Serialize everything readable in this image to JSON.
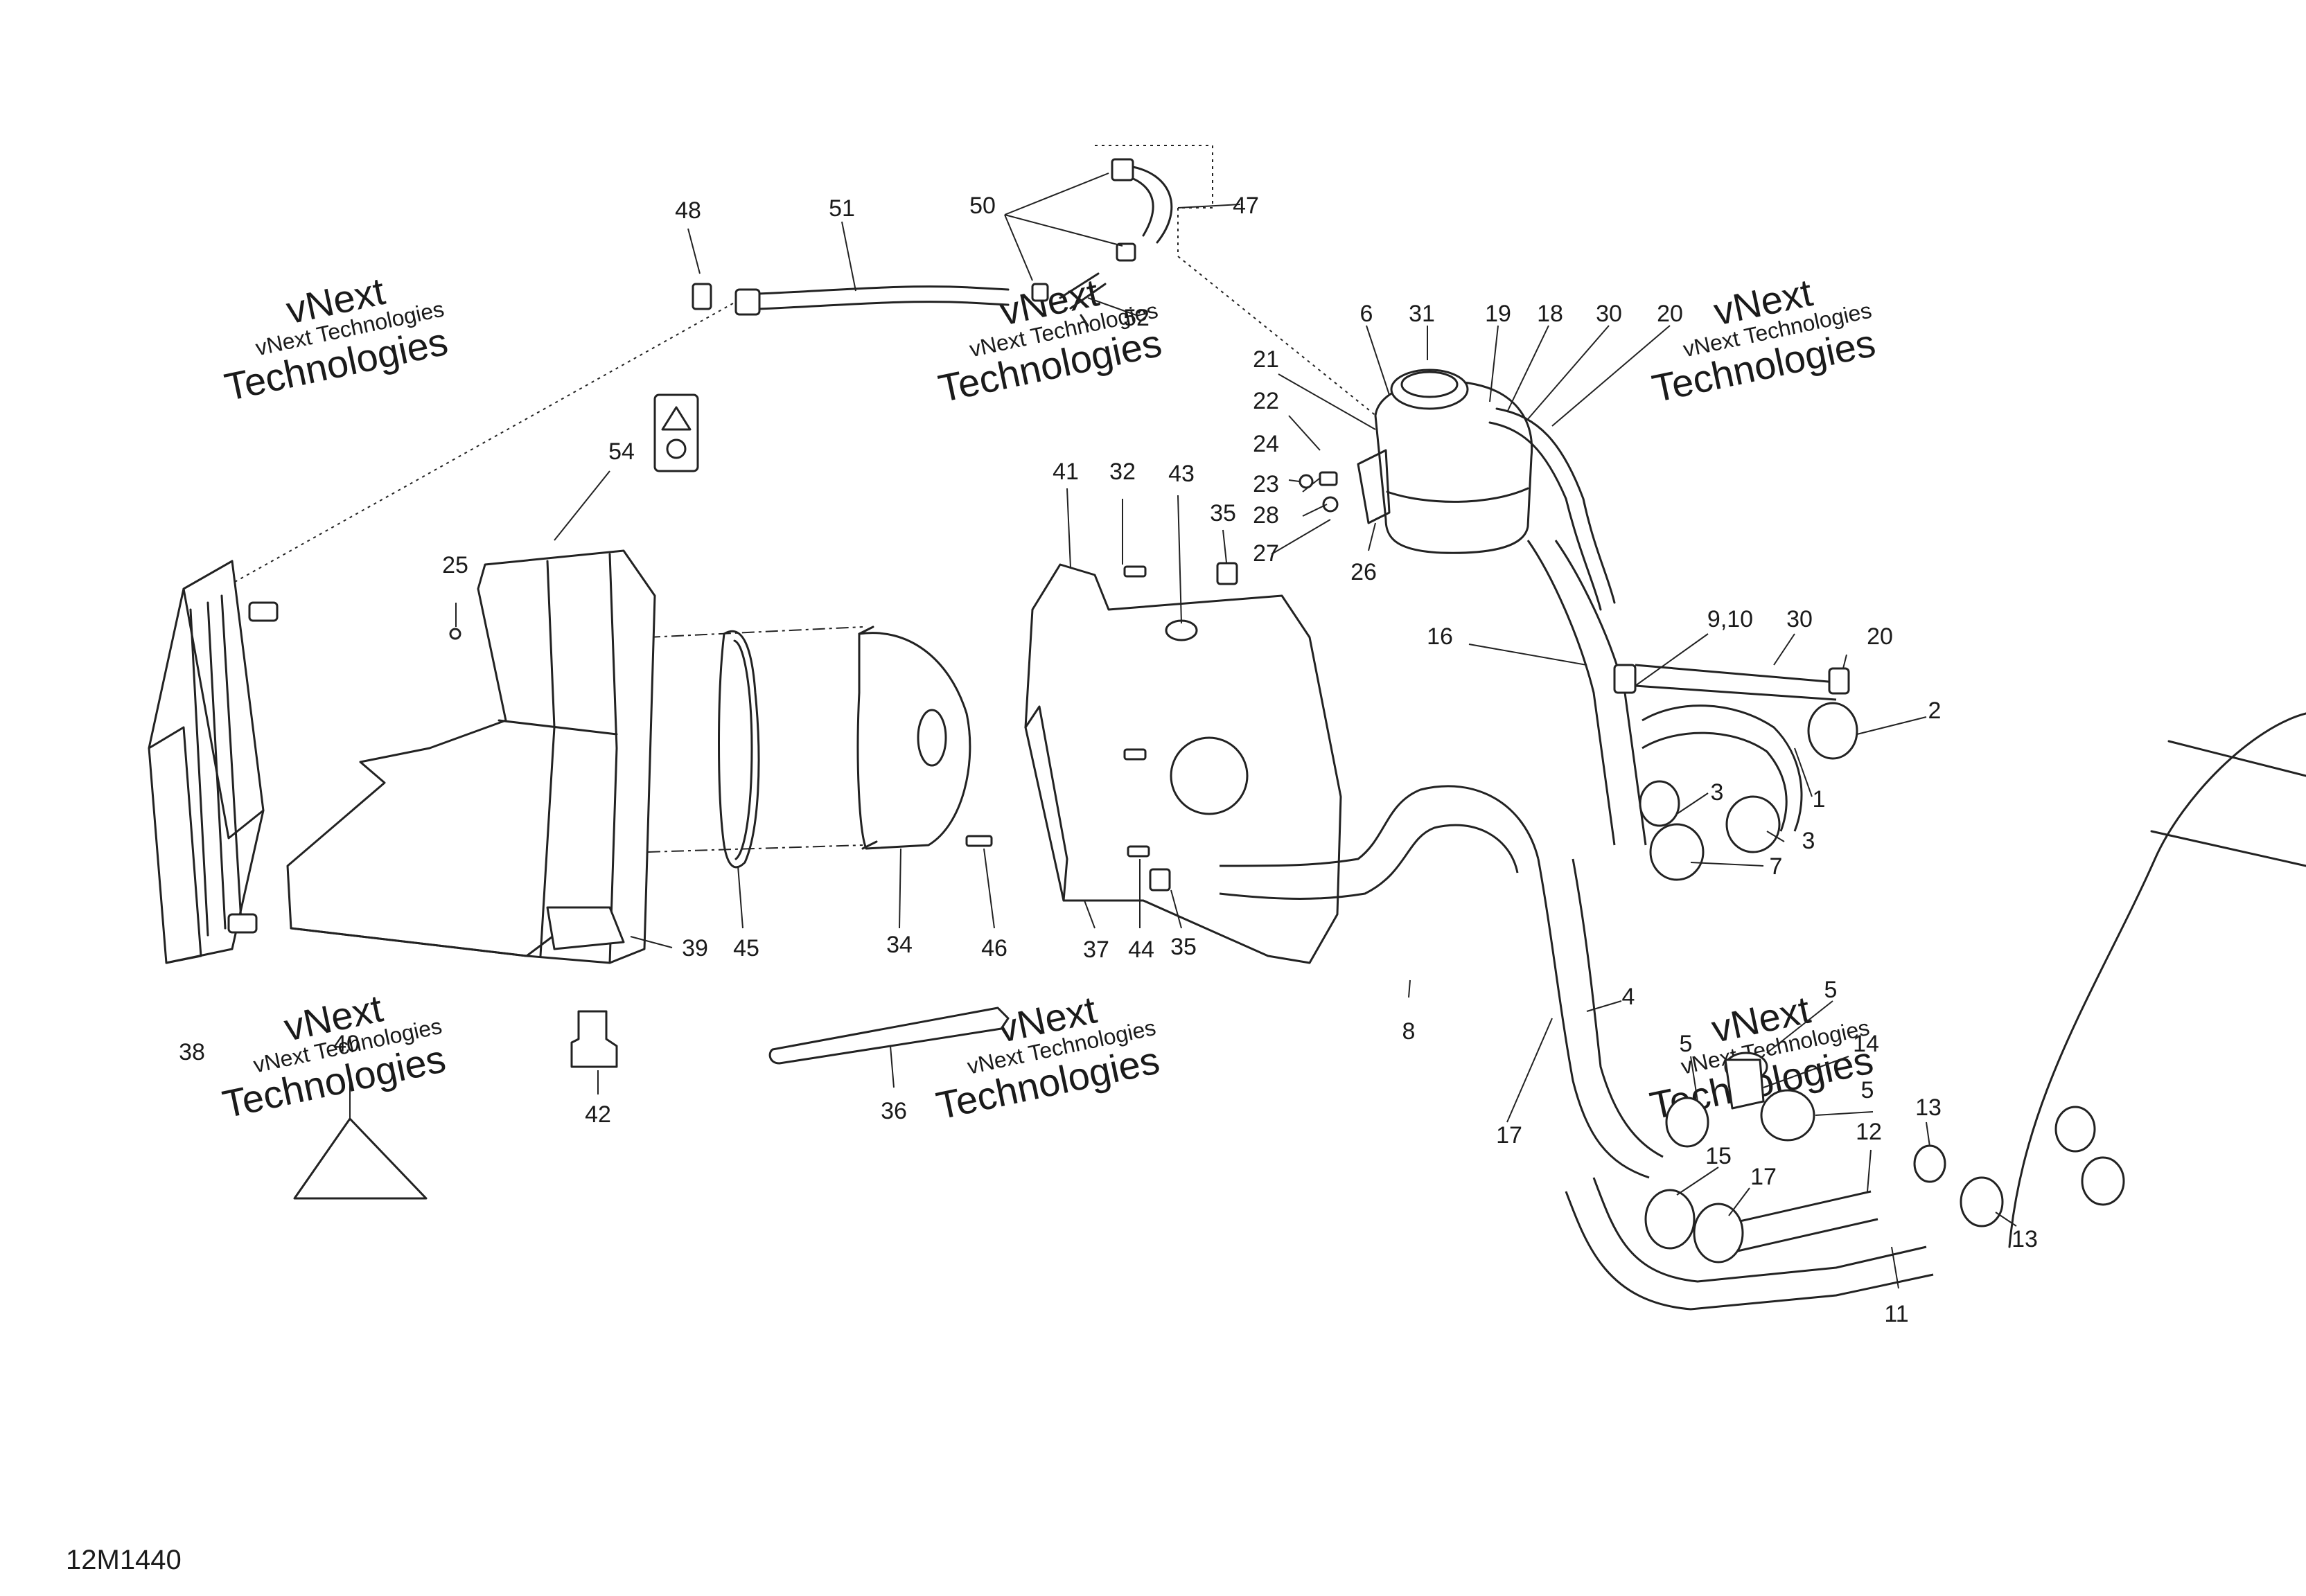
{
  "figure_code": "12M1440",
  "watermark": {
    "brand": "vNext",
    "line1": "vNext Technologies",
    "line2": "Technologies"
  },
  "callouts": [
    {
      "id": "c48",
      "text": "48"
    },
    {
      "id": "c51",
      "text": "51"
    },
    {
      "id": "c50",
      "text": "50"
    },
    {
      "id": "c47",
      "text": "47"
    },
    {
      "id": "c52",
      "text": "52"
    },
    {
      "id": "c6",
      "text": "6"
    },
    {
      "id": "c31",
      "text": "31"
    },
    {
      "id": "c19",
      "text": "19"
    },
    {
      "id": "c18",
      "text": "18"
    },
    {
      "id": "c30a",
      "text": "30"
    },
    {
      "id": "c20a",
      "text": "20"
    },
    {
      "id": "c21",
      "text": "21"
    },
    {
      "id": "c22",
      "text": "22"
    },
    {
      "id": "c24",
      "text": "24"
    },
    {
      "id": "c23",
      "text": "23"
    },
    {
      "id": "c28",
      "text": "28"
    },
    {
      "id": "c27",
      "text": "27"
    },
    {
      "id": "c26",
      "text": "26"
    },
    {
      "id": "c54",
      "text": "54"
    },
    {
      "id": "c25",
      "text": "25"
    },
    {
      "id": "c41",
      "text": "41"
    },
    {
      "id": "c32",
      "text": "32"
    },
    {
      "id": "c43",
      "text": "43"
    },
    {
      "id": "c35a",
      "text": "35"
    },
    {
      "id": "c16",
      "text": "16"
    },
    {
      "id": "c910",
      "text": "9,10"
    },
    {
      "id": "c30b",
      "text": "30"
    },
    {
      "id": "c20b",
      "text": "20"
    },
    {
      "id": "c2",
      "text": "2"
    },
    {
      "id": "c1",
      "text": "1"
    },
    {
      "id": "c3a",
      "text": "3"
    },
    {
      "id": "c3b",
      "text": "3"
    },
    {
      "id": "c7",
      "text": "7"
    },
    {
      "id": "c38",
      "text": "38"
    },
    {
      "id": "c39",
      "text": "39"
    },
    {
      "id": "c45",
      "text": "45"
    },
    {
      "id": "c34",
      "text": "34"
    },
    {
      "id": "c46",
      "text": "46"
    },
    {
      "id": "c37",
      "text": "37"
    },
    {
      "id": "c44",
      "text": "44"
    },
    {
      "id": "c35b",
      "text": "35"
    },
    {
      "id": "c8",
      "text": "8"
    },
    {
      "id": "c4",
      "text": "4"
    },
    {
      "id": "c40",
      "text": "40"
    },
    {
      "id": "c42",
      "text": "42"
    },
    {
      "id": "c36",
      "text": "36"
    },
    {
      "id": "c17a",
      "text": "17"
    },
    {
      "id": "c5a",
      "text": "5"
    },
    {
      "id": "c5b",
      "text": "5"
    },
    {
      "id": "c14",
      "text": "14"
    },
    {
      "id": "c5c",
      "text": "5"
    },
    {
      "id": "c15",
      "text": "15"
    },
    {
      "id": "c17b",
      "text": "17"
    },
    {
      "id": "c13a",
      "text": "13"
    },
    {
      "id": "c12",
      "text": "12"
    },
    {
      "id": "c13b",
      "text": "13"
    },
    {
      "id": "c11",
      "text": "11"
    }
  ]
}
